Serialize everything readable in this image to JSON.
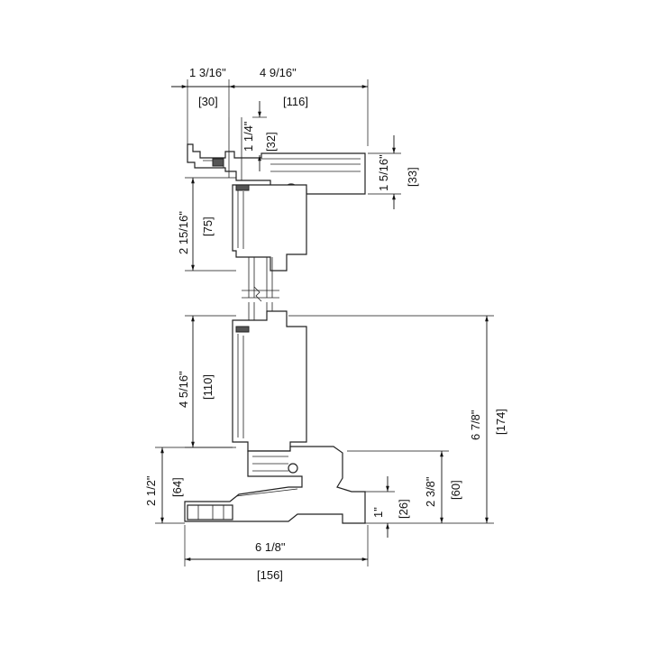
{
  "dimensions": {
    "top_left_in": "1 3/16\"",
    "top_left_mm": "[30]",
    "top_right_in": "4 9/16\"",
    "top_right_mm": "[116]",
    "head_height_in": "1 1/4\"",
    "head_height_mm": "[32]",
    "head_depth_in": "1 5/16\"",
    "head_depth_mm": "[33]",
    "upper_sash_in": "2 15/16\"",
    "upper_sash_mm": "[75]",
    "lower_sash_in": "4 5/16\"",
    "lower_sash_mm": "[110]",
    "overall_in": "6 7/8\"",
    "overall_mm": "[174]",
    "sill_left_in": "2 1/2\"",
    "sill_left_mm": "[64]",
    "sill_right_in": "2 3/8\"",
    "sill_right_mm": "[60]",
    "sill_step_in": "1\"",
    "sill_step_mm": "[26]",
    "width_in": "6 1/8\"",
    "width_mm": "[156]"
  }
}
